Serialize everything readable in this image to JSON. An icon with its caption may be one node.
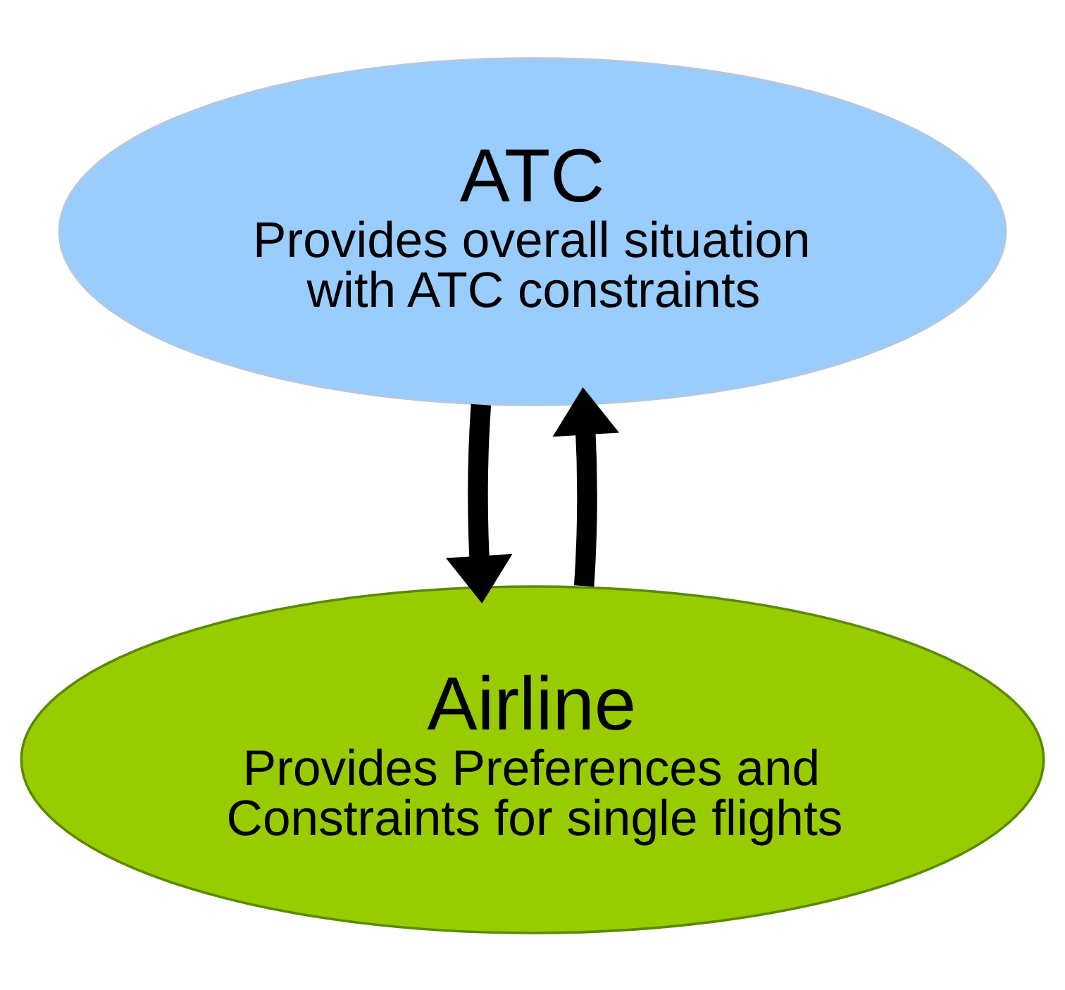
{
  "diagram": {
    "nodes": [
      {
        "text": [
          "ATC",
          "Provides overall situation with ATC constraints"
        ]
      },
      {
        "text": [
          "Airline",
          "Provides Preferences and Constraints for single flights"
        ]
      }
    ],
    "edges": [
      {
        "from": 0,
        "to": 1,
        "arrow": "to"
      },
      {
        "from": 1,
        "to": 0,
        "arrow": "to"
      }
    ]
  }
}
